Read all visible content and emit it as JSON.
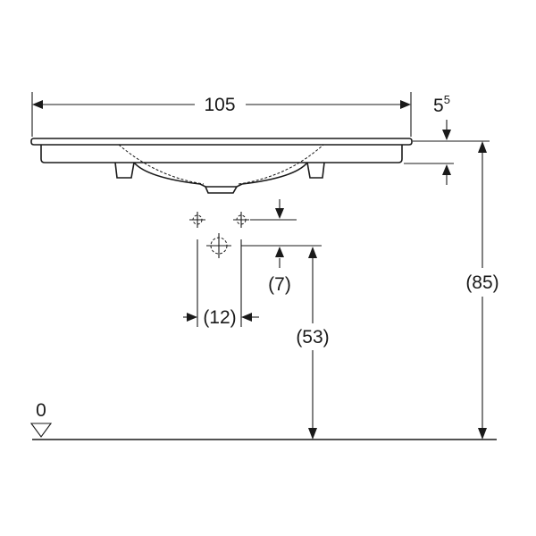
{
  "dimensions": {
    "width_total": "105",
    "rim_thickness_base": "5",
    "rim_thickness_exp": "5",
    "tap_hole_offset": "(7)",
    "tap_hole_spacing": "(12)",
    "drain_height": "(53)",
    "top_height": "(85)",
    "floor_level": "0"
  },
  "colors": {
    "stroke": "#1a1a1a",
    "background": "#ffffff"
  }
}
